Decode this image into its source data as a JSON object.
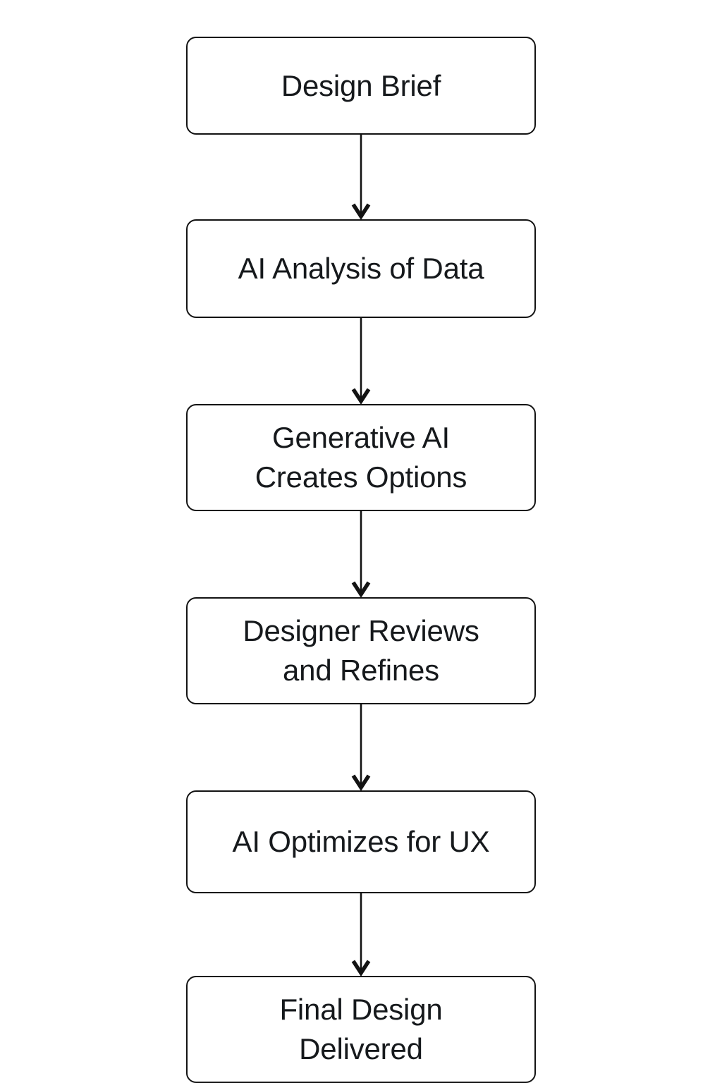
{
  "diagram": {
    "type": "flowchart",
    "orientation": "top-to-bottom",
    "title": "",
    "background_color": "#ffffff",
    "node_border_color": "#131313",
    "node_fill_color": "#ffffff",
    "text_color": "#16191c",
    "arrow_color": "#131313",
    "nodes": [
      {
        "id": "design-brief",
        "label": "Design Brief",
        "lines": 1
      },
      {
        "id": "ai-analysis-of-data",
        "label": "AI Analysis of Data",
        "lines": 1
      },
      {
        "id": "generative-ai-options",
        "label": "Generative AI\nCreates Options",
        "lines": 2
      },
      {
        "id": "designer-reviews",
        "label": "Designer Reviews\nand Refines",
        "lines": 2
      },
      {
        "id": "ai-optimizes-ux",
        "label": "AI Optimizes for UX",
        "lines": 1
      },
      {
        "id": "final-design",
        "label": "Final Design\nDelivered",
        "lines": 2
      }
    ],
    "edges": [
      {
        "from": "design-brief",
        "to": "ai-analysis-of-data",
        "label": "",
        "arrowhead": "open-v"
      },
      {
        "from": "ai-analysis-of-data",
        "to": "generative-ai-options",
        "label": "",
        "arrowhead": "open-v"
      },
      {
        "from": "generative-ai-options",
        "to": "designer-reviews",
        "label": "",
        "arrowhead": "open-v"
      },
      {
        "from": "designer-reviews",
        "to": "ai-optimizes-ux",
        "label": "",
        "arrowhead": "open-v"
      },
      {
        "from": "ai-optimizes-ux",
        "to": "final-design",
        "label": "",
        "arrowhead": "open-v"
      }
    ]
  }
}
